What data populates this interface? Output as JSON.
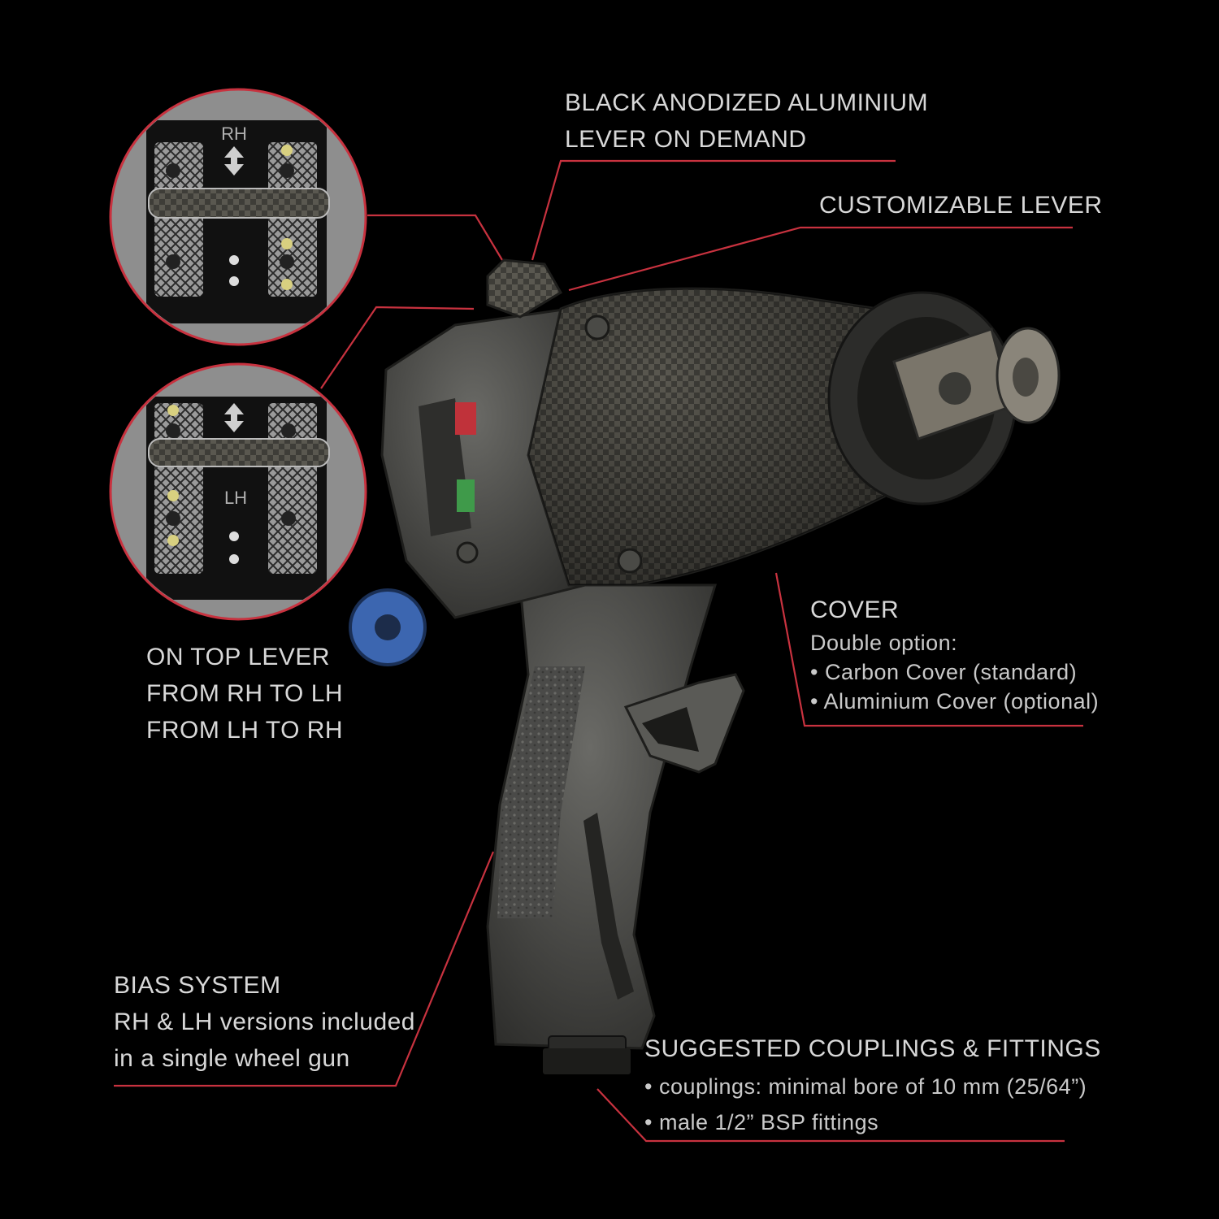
{
  "callouts": {
    "lever_material": {
      "lines": [
        "BLACK ANODIZED ALUMINIUM",
        "LEVER ON DEMAND"
      ]
    },
    "customizable_lever": {
      "lines": [
        "CUSTOMIZABLE LEVER"
      ]
    },
    "top_lever": {
      "lines": [
        "ON TOP LEVER",
        "FROM RH TO LH",
        "FROM LH TO RH"
      ]
    },
    "cover": {
      "title": "COVER",
      "subtitle": "Double option:",
      "bullets": [
        "Carbon Cover (standard)",
        "Aluminium Cover (optional)"
      ]
    },
    "bias_system": {
      "lines": [
        "BIAS SYSTEM",
        "RH & LH versions included",
        "in a single wheel gun"
      ]
    },
    "couplings": {
      "title": "SUGGESTED COUPLINGS & FITTINGS",
      "bullets": [
        "couplings: minimal bore of 10 mm (25/64”)",
        "male 1/2” BSP fittings"
      ]
    }
  },
  "zoom_views": {
    "rh": {
      "marking": "RH"
    },
    "lh": {
      "marking": "LH"
    }
  },
  "colors": {
    "accent_line": "#c8323f",
    "background": "#000000",
    "text": "#d8d8d8"
  }
}
